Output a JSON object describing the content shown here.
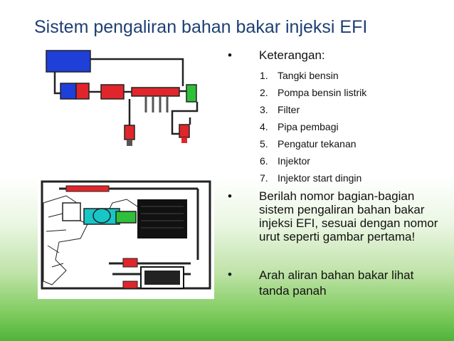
{
  "slide": {
    "title": "Sistem pengaliran bahan bakar injeksi EFI"
  },
  "bullets": {
    "symbol": "•",
    "keterangan": "Keterangan:",
    "instruction": "Berilah nomor bagian-bagian sistem pengaliran bahan bakar injeksi EFI, sesuai dengan nomor urut seperti gambar pertama!",
    "arah": "Arah aliran bahan bakar lihat tanda panah"
  },
  "items": [
    {
      "num": "1.",
      "label": "Tangki bensin"
    },
    {
      "num": "2.",
      "label": "Pompa bensin listrik"
    },
    {
      "num": "3.",
      "label": "Filter"
    },
    {
      "num": "4.",
      "label": "Pipa pembagi"
    },
    {
      "num": "5.",
      "label": "Pengatur tekanan"
    },
    {
      "num": "6.",
      "label": "Injektor"
    },
    {
      "num": "7.",
      "label": "Injektor start dingin"
    }
  ],
  "colors": {
    "title": "#1f3f73",
    "tank_blue": "#1e3fd8",
    "pump_red": "#e0262b",
    "filter_green": "#2fbf3a",
    "background_green": "#4fb33a"
  }
}
